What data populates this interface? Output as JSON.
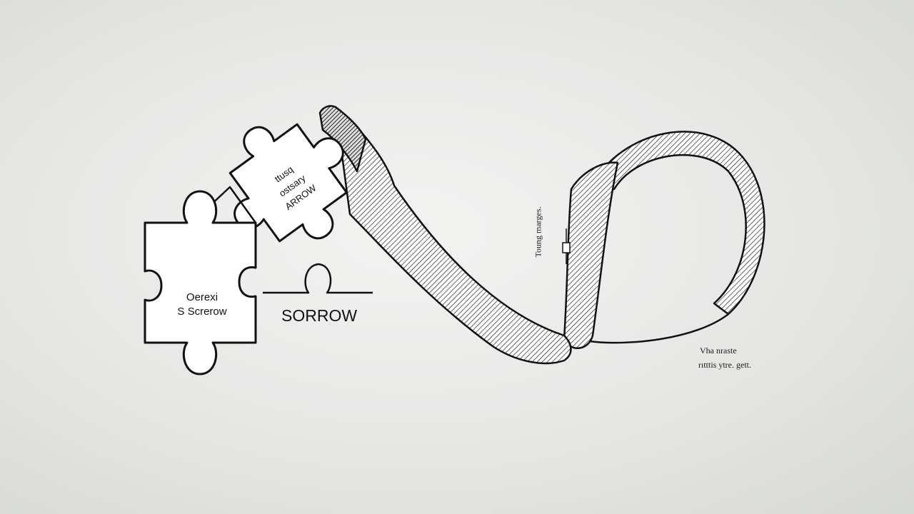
{
  "puzzle_left": {
    "line1": "Oerexi",
    "line2": "S Screrow"
  },
  "puzzle_tilted": {
    "line1": "ttusq",
    "line2": "ostsary",
    "line3": "ARROW"
  },
  "main_label": "SORROW",
  "ribbon_note": "Toung marges.",
  "bottom_note": {
    "line1": "Vha nraste",
    "line2": "rıtttis ytre. gett."
  },
  "colors": {
    "stroke": "#111111",
    "piece_fill": "#ffffff",
    "background": "#e6e7e5"
  }
}
